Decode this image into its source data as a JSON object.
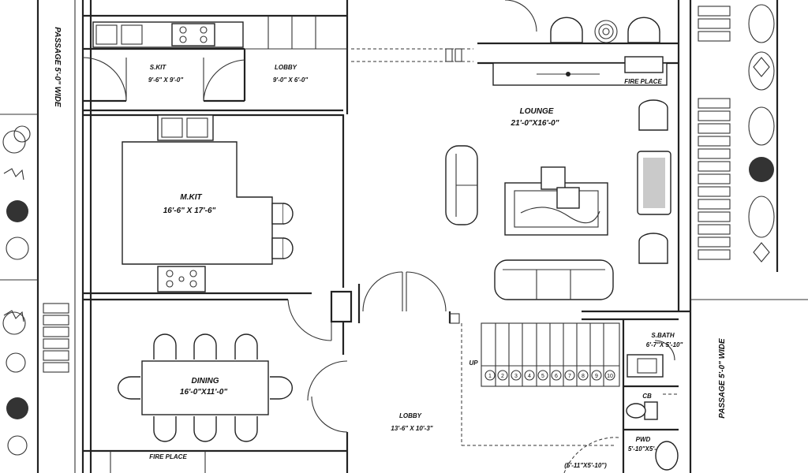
{
  "rooms": {
    "skit": {
      "name": "S.KIT",
      "size": "9'-6\" X 9'-0\""
    },
    "lobby_top": {
      "name": "LOBBY",
      "size": "9'-0\" X 6'-0\""
    },
    "mkit": {
      "name": "M.KIT",
      "size": "16'-6\" X 17'-6\""
    },
    "lounge": {
      "name": "LOUNGE",
      "size": "21'-0\"X16'-0\""
    },
    "dining": {
      "name": "DINING",
      "size": "16'-0\"X11'-0\""
    },
    "lobby_main": {
      "name": "LOBBY",
      "size": "13'-6\" X 10'-3\""
    },
    "bath": {
      "name": "S.BATH",
      "size": "6'-7\"X 5'-10\""
    },
    "pwd": {
      "name": "PWD",
      "size": "5'-10\"X5'-6\""
    }
  },
  "labels": {
    "fireplace_top": "FIRE PLACE",
    "fireplace_bottom": "FIRE PLACE",
    "up": "UP",
    "passage_left": "PASSAGE 5'-0\" WIDE",
    "passage_right": "PASSAGE 5'-0\" WIDE",
    "cb": "CB",
    "bottom_dim": "(5'-11\"X5'-10\")"
  },
  "stairs": {
    "numbers": [
      "1",
      "2",
      "3",
      "4",
      "5",
      "6",
      "7",
      "8",
      "9",
      "10"
    ]
  }
}
